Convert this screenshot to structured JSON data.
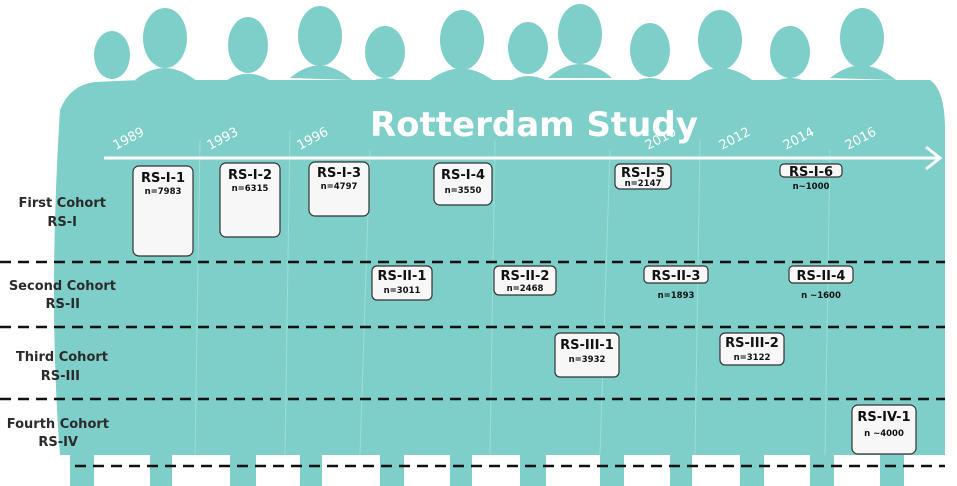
{
  "title": "Rotterdam Study",
  "colors": {
    "silhouette": "#7ecfc9",
    "box_fill": "#f7f7f7",
    "line": "#111111",
    "white": "#ffffff"
  },
  "years": [
    "1989",
    "1993",
    "1996",
    "2010",
    "2012",
    "2014",
    "2016"
  ],
  "cohorts": [
    {
      "name": "First Cohort",
      "code": "RS-I"
    },
    {
      "name": "Second Cohort",
      "code": "RS-II"
    },
    {
      "name": "Third Cohort",
      "code": "RS-III"
    },
    {
      "name": "Fourth Cohort",
      "code": "RS-IV"
    }
  ],
  "waves": [
    {
      "label": "RS-I-1",
      "n": "n=7983"
    },
    {
      "label": "RS-I-2",
      "n": "n=6315"
    },
    {
      "label": "RS-I-3",
      "n": "n=4797"
    },
    {
      "label": "RS-I-4",
      "n": "n=3550"
    },
    {
      "label": "RS-I-5",
      "n": "n=2147"
    },
    {
      "label": "RS-I-6",
      "n": "n~1000"
    },
    {
      "label": "RS-II-1",
      "n": "n=3011"
    },
    {
      "label": "RS-II-2",
      "n": "n=2468"
    },
    {
      "label": "RS-II-3",
      "n": "n=1893"
    },
    {
      "label": "RS-II-4",
      "n": "n ~1600"
    },
    {
      "label": "RS-III-1",
      "n": "n=3932"
    },
    {
      "label": "RS-III-2",
      "n": "n=3122"
    },
    {
      "label": "RS-IV-1",
      "n": "n ~4000"
    }
  ]
}
